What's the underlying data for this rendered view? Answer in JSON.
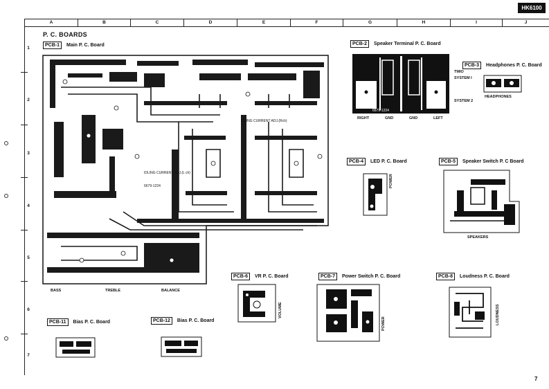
{
  "header": {
    "model": "HK6100",
    "page_title": "P. C. BOARDS",
    "page_number": "7"
  },
  "grid": {
    "columns": [
      "A",
      "B",
      "C",
      "D",
      "E",
      "F",
      "G",
      "H",
      "I",
      "J"
    ],
    "rows": [
      "1",
      "2",
      "3",
      "4",
      "5",
      "6",
      "7"
    ]
  },
  "boards": {
    "pcb1": {
      "id": "PCB-1",
      "name": "Main P. C. Board",
      "bass": "BASS",
      "treble": "TREBLE",
      "balance": "BALANCE",
      "idle_left": "IDLING CURRENT ADJ.(L ch)",
      "idle_right": "IDLING CURRENT ADJ.(Rch)",
      "part_code": "6679-1224"
    },
    "pcb2": {
      "id": "PCB-2",
      "name": "Speaker Terminal P. C. Board",
      "right": "RIGHT",
      "gnd1": "GND",
      "gnd2": "GND",
      "left": "LEFT",
      "code": "6679-1224"
    },
    "pcb3": {
      "id": "PCB-3",
      "name": "Headphones P. C. Board",
      "tmio": "TMIO",
      "system1": "SYSTEM I",
      "system2": "SYSTEM 2",
      "headphones": "HEADPHONES"
    },
    "pcb4": {
      "id": "PCB-4",
      "name": "LED P. C. Board",
      "power": "POWER"
    },
    "pcb5": {
      "id": "PCB-5",
      "name": "Speaker Switch P. C Board",
      "speakers": "SPEAKERS"
    },
    "pcb6": {
      "id": "PCB-6",
      "name": "VR P. C. Board",
      "volume": "VOLUME"
    },
    "pcb7": {
      "id": "PCB-7",
      "name": "Power Switch P. C. Board",
      "power": "POWER"
    },
    "pcb8": {
      "id": "PCB-8",
      "name": "Loudness P. C. Board",
      "loudness": "LOUDNESS"
    },
    "pcb11": {
      "id": "PCB-11",
      "name": "Bias P. C. Board"
    },
    "pcb12": {
      "id": "PCB-12",
      "name": "Bias P. C. Board"
    }
  }
}
